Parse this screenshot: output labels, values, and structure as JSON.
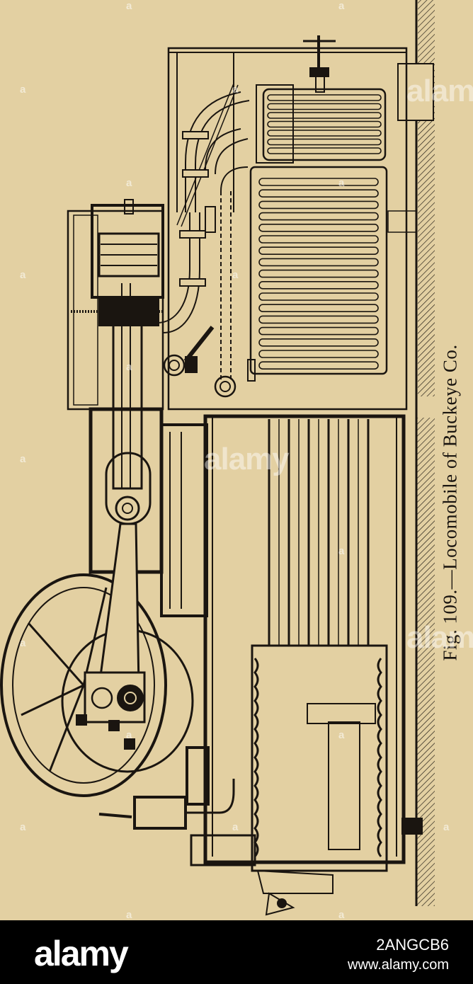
{
  "caption": "Fig. 109.—Locomobile of Buckeye Co.",
  "watermark": {
    "brand": "alamy",
    "image_id": "2ANGCB6",
    "url": "www.alamy.com"
  },
  "colors": {
    "paper": "#e3d0a2",
    "ink": "#1a1510",
    "footer": "#000000"
  }
}
